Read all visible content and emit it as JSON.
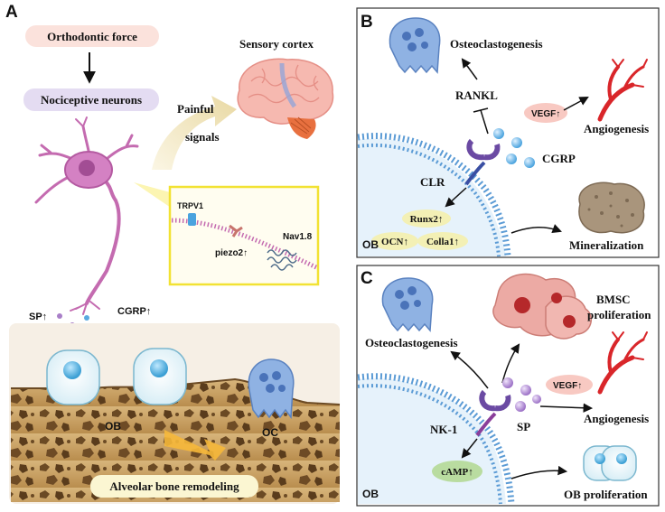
{
  "panel_a": {
    "letter": "A",
    "orthodontic_force": "Orthodontic force",
    "nociceptive_neurons": "Nociceptive neurons",
    "painful": "Painful",
    "signals": "signals",
    "sensory_cortex": "Sensory cortex",
    "trpv1": "TRPV1",
    "piezo2": "piezo2↑",
    "nav18": "Nav1.8",
    "sp": "SP↑",
    "cgrp": "CGRP↑",
    "ob": "OB",
    "oc": "OC",
    "alveolar": "Alveolar bone remodeling"
  },
  "panel_b": {
    "letter": "B",
    "osteoclastogenesis": "Osteoclastogenesis",
    "rankl": "RANKL",
    "vegf": "VEGF↑",
    "angiogenesis": "Angiogenesis",
    "cgrp": "CGRP",
    "clr": "CLR",
    "runx2": "Runx2↑",
    "ocn": "OCN↑",
    "colla1": "Colla1↑",
    "ob": "OB",
    "mineralization": "Mineralization"
  },
  "panel_c": {
    "letter": "C",
    "osteoclastogenesis": "Osteoclastogenesis",
    "bmsc_line1": "BMSC",
    "bmsc_line2": "proliferation",
    "vegf": "VEGF↑",
    "angiogenesis": "Angiogenesis",
    "nk1": "NK-1",
    "sp": "SP",
    "camp": "cAMP↑",
    "ob": "OB",
    "ob_proliferation": "OB proliferation"
  },
  "colors": {
    "neuron": "#c46bb0",
    "ligand": "#5aa9e0",
    "sp_ligand": "#a97fc8",
    "membrane": "#5b9bd5",
    "osteoclast": "#7fa7dd",
    "vessel": "#d9262a",
    "bone": "#c8a469",
    "callout": "#f2e233"
  }
}
